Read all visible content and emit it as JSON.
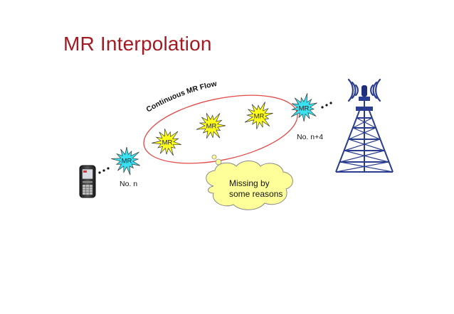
{
  "slide": {
    "title": "MR Interpolation"
  },
  "diagram": {
    "flow_label": "Continuous MR Flow",
    "bursts": [
      {
        "label": "MR",
        "color": "#39e0f0",
        "kind": "received"
      },
      {
        "label": "MR",
        "color": "#ffff1a",
        "kind": "interpolated"
      },
      {
        "label": "MR",
        "color": "#ffff1a",
        "kind": "interpolated"
      },
      {
        "label": "MR",
        "color": "#ffff1a",
        "kind": "interpolated"
      },
      {
        "label": "MR",
        "color": "#39e0f0",
        "kind": "received"
      }
    ],
    "first_label": "No. n",
    "last_label": "No. n+4",
    "cloud_lines": [
      "Missing by",
      "some reasons"
    ],
    "colors": {
      "title": "#a31a22",
      "ellipse": "#e24a4a",
      "received_burst": "#39e0f0",
      "interpolated_burst": "#ffff1a",
      "cloud": "#ffff99",
      "tower": "#2a3d8f"
    },
    "icons": [
      "mobile-phone-icon",
      "cell-tower-icon"
    ]
  }
}
